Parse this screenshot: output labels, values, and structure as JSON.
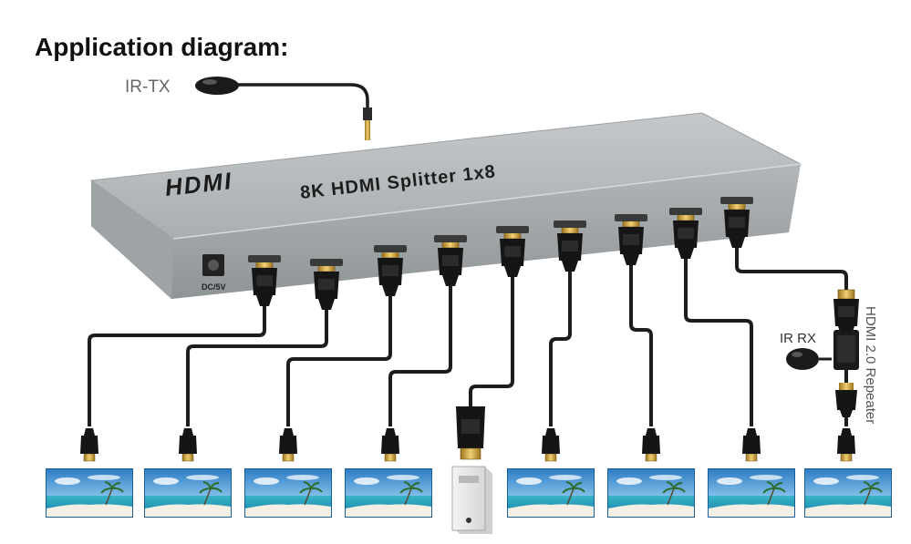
{
  "title": "Application diagram:",
  "device": {
    "logo": "HDMI",
    "name": "8K  HDMI Splitter 1x8",
    "power_label": "DC/5V",
    "color": "#a7acaf"
  },
  "labels": {
    "ir_tx": "IR-TX",
    "ir_rx": "IR RX",
    "repeater": "HDMI 2.0 Repeater"
  },
  "outputs": [
    {
      "port": "1",
      "target": "display"
    },
    {
      "port": "2",
      "target": "display"
    },
    {
      "port": "3",
      "target": "display"
    },
    {
      "port": "4",
      "target": "display"
    },
    {
      "port": "input",
      "target": "source-box"
    },
    {
      "port": "5",
      "target": "display"
    },
    {
      "port": "6",
      "target": "display"
    },
    {
      "port": "7",
      "target": "display"
    },
    {
      "port": "8",
      "target": "display-via-repeater"
    }
  ],
  "colors": {
    "cable": "#1d1d1d",
    "connector_gold": "#d4a437",
    "sky": "#3f8fd2",
    "sea": "#3fb6c9",
    "sand": "#f3efe4"
  }
}
